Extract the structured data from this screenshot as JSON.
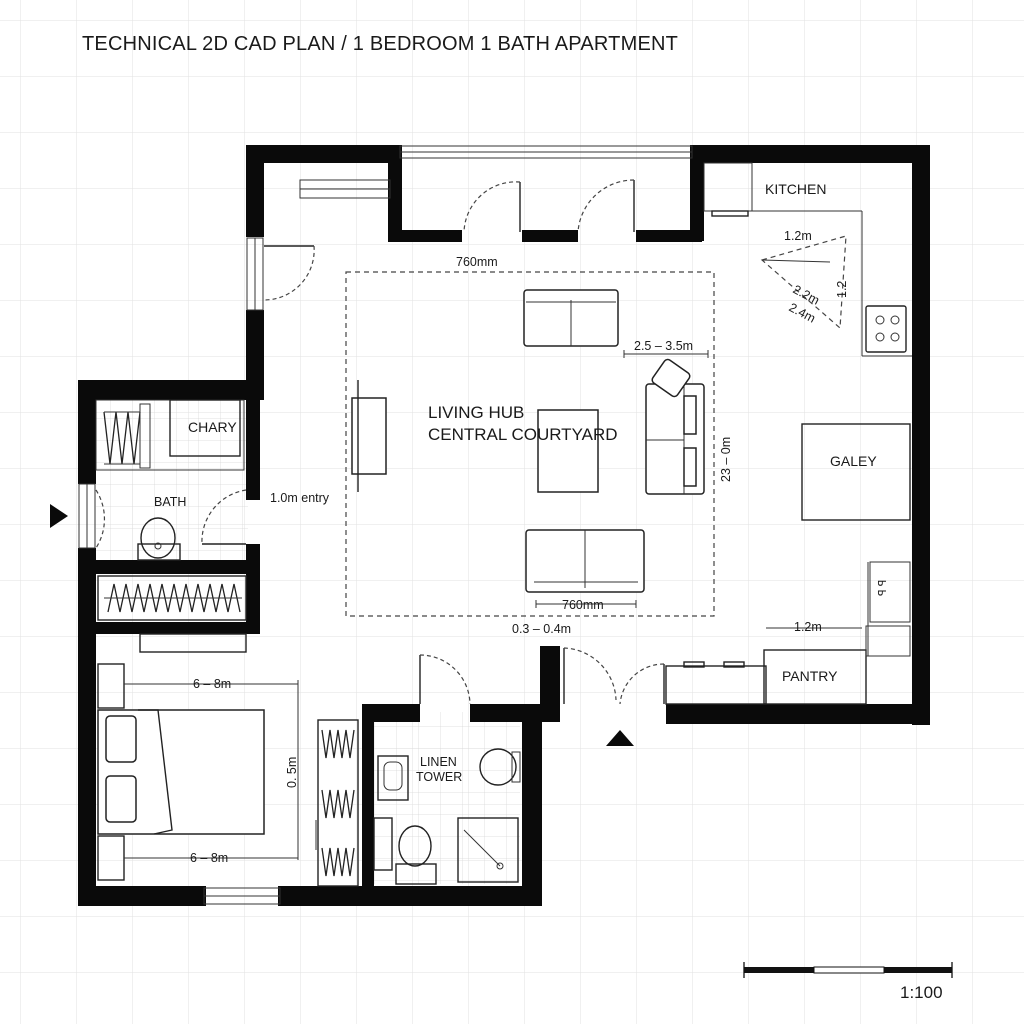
{
  "title": "TECHNICAL 2D CAD PLAN / 1 BEDROOM 1 BATH APARTMENT",
  "rooms": {
    "kitchen": "KITCHEN",
    "galley": "GALEY",
    "pantry": "PANTRY",
    "living_1": "LIVING HUB",
    "living_2": "CENTRAL COURTYARD",
    "chary_top": "CHARY",
    "bath": "BATH",
    "linen_1": "LINEN",
    "linen_2": "TOWER"
  },
  "dimensions": {
    "top_760": "760mm",
    "sofa_25_35": "2.5 – 3.5m",
    "side_23": "23 – 0m",
    "bottom_760": "760mm",
    "gap_03": "0.3 – 0.4m",
    "entry_10": "1.0m entry",
    "kitchen_12_top": "1.2m",
    "kitchen_22": "2.2m",
    "kitchen_24": "2.4m",
    "kitchen_12_side": "1.2",
    "kitchen_12_bottom": "1.2m",
    "bed_top": "6 – 8m",
    "bed_bottom": "6 – 8m",
    "bed_side": "0. 5m",
    "counter_code": "ꟼ ꟼ"
  },
  "scale": "1:100",
  "colors": {
    "wall": "#0a0a0a",
    "grid": "#e4e4e4",
    "background": "#ffffff"
  }
}
